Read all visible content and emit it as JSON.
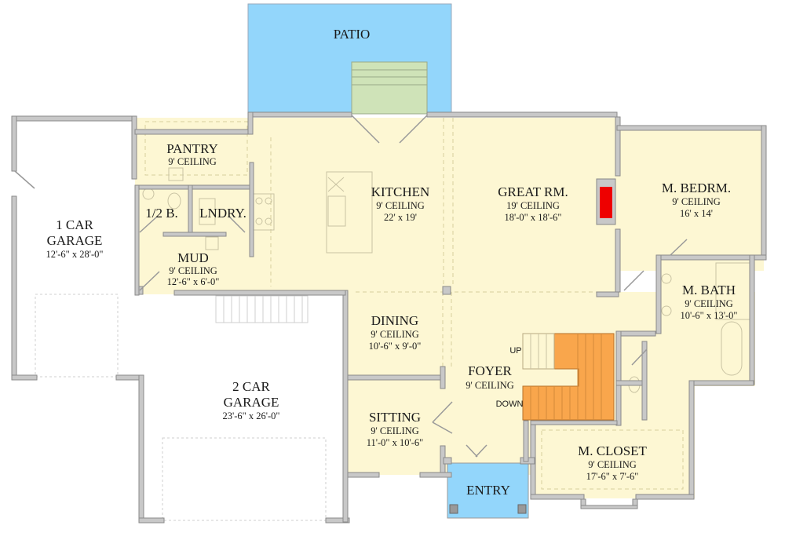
{
  "colors": {
    "interior": "#fdf7d3",
    "patio": "#93d6fb",
    "entry": "#93d6fb",
    "steps": "#cfe3b8",
    "stairs_down": "#f9a64c",
    "fireplace": "#ee0000",
    "wall": "#c8c8c8",
    "garage": "#ffffff"
  },
  "rooms": {
    "patio": {
      "name": "PATIO"
    },
    "pantry": {
      "name": "PANTRY",
      "ceiling": "9' CEILING"
    },
    "half_bath": {
      "name": "1/2 B."
    },
    "laundry": {
      "name": "LNDRY."
    },
    "mud": {
      "name": "MUD",
      "ceiling": "9' CEILING",
      "size": "12'-6\" x 6'-0\""
    },
    "garage1": {
      "name_line1": "1 CAR",
      "name_line2": "GARAGE",
      "size": "12'-6\" x 28'-0\""
    },
    "garage2": {
      "name_line1": "2 CAR",
      "name_line2": "GARAGE",
      "size": "23'-6\" x 26'-0\""
    },
    "kitchen": {
      "name": "KITCHEN",
      "ceiling": "9' CEILING",
      "size": "22' x 19'"
    },
    "great_room": {
      "name": "GREAT RM.",
      "ceiling": "19' CEILING",
      "size": "18'-0\" x 18'-6\""
    },
    "master_bedroom": {
      "name": "M. BEDRM.",
      "ceiling": "9' CEILING",
      "size": "16' x 14'"
    },
    "master_bath": {
      "name": "M. BATH",
      "ceiling": "9' CEILING",
      "size": "10'-6\" x 13'-0\""
    },
    "dining": {
      "name": "DINING",
      "ceiling": "9' CEILING",
      "size": "10'-6\" x 9'-0\""
    },
    "foyer": {
      "name": "FOYER",
      "ceiling": "9' CEILING"
    },
    "sitting": {
      "name": "SITTING",
      "ceiling": "9' CEILING",
      "size": "11'-0\" x 10'-6\""
    },
    "entry": {
      "name": "ENTRY"
    },
    "master_closet": {
      "name": "M. CLOSET",
      "ceiling": "9' CEILING",
      "size": "17'-6\" x 7'-6\""
    }
  },
  "stairs": {
    "up_label": "UP",
    "down_label": "DOWN"
  }
}
